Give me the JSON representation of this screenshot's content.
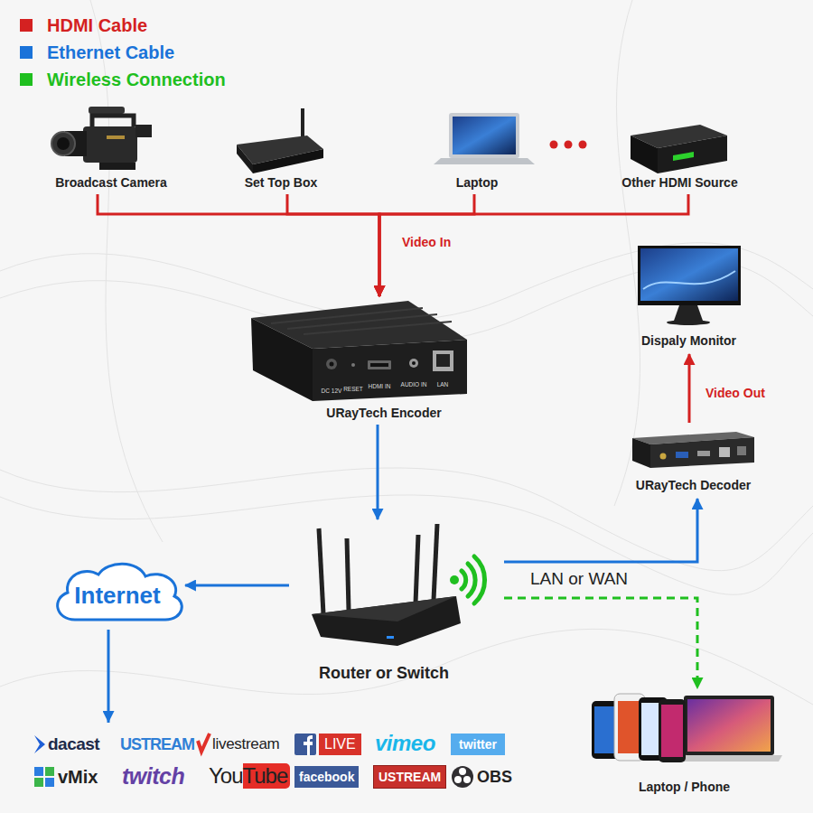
{
  "diagram": {
    "nodes": [
      {
        "text": [
          "Broadcast Camera"
        ]
      },
      {
        "text": [
          "Set Top Box"
        ]
      },
      {
        "text": [
          "Laptop"
        ]
      },
      {
        "text": [
          "Other HDMI Source"
        ]
      },
      {
        "text": [
          "URayTech Encoder"
        ]
      },
      {
        "text": [
          "Dispaly Monitor"
        ]
      },
      {
        "text": [
          "URayTech Decoder"
        ]
      },
      {
        "text": [
          "Router or Switch"
        ]
      },
      {
        "text": [
          "Internet"
        ]
      },
      {
        "text": [
          "Laptop / Phone"
        ]
      }
    ],
    "edges": [
      {
        "from": 0,
        "to": 4,
        "arrow": "to",
        "label": "Video In"
      },
      {
        "from": 1,
        "to": 4,
        "arrow": "to"
      },
      {
        "from": 2,
        "to": 4,
        "arrow": "to"
      },
      {
        "from": 3,
        "to": 4,
        "arrow": "to"
      },
      {
        "from": 4,
        "to": 7,
        "arrow": "to"
      },
      {
        "from": 7,
        "to": 8,
        "arrow": "to"
      },
      {
        "from": 7,
        "to": 6,
        "arrow": "to",
        "label": "LAN or WAN"
      },
      {
        "from": 7,
        "to": 9,
        "arrow": "to"
      },
      {
        "from": 6,
        "to": 5,
        "arrow": "to",
        "label": "Video Out"
      }
    ],
    "labels": [
      "DC 12V",
      "RESET",
      "HDMI IN",
      "AUDIO IN",
      "LAN",
      "dacast",
      "USTREAM",
      "livestream",
      "LIVE",
      "vimeo",
      "twitter",
      "vMix",
      "twitch",
      "YouTube",
      "facebook",
      "USTREAM",
      "OBS"
    ],
    "legend": [
      {
        "text": "HDMI Cable",
        "color": "#d42121"
      },
      {
        "text": "Ethernet Cable",
        "color": "#1a73d9"
      },
      {
        "text": "Wireless Connection",
        "color": "#1fbf1f"
      }
    ]
  }
}
